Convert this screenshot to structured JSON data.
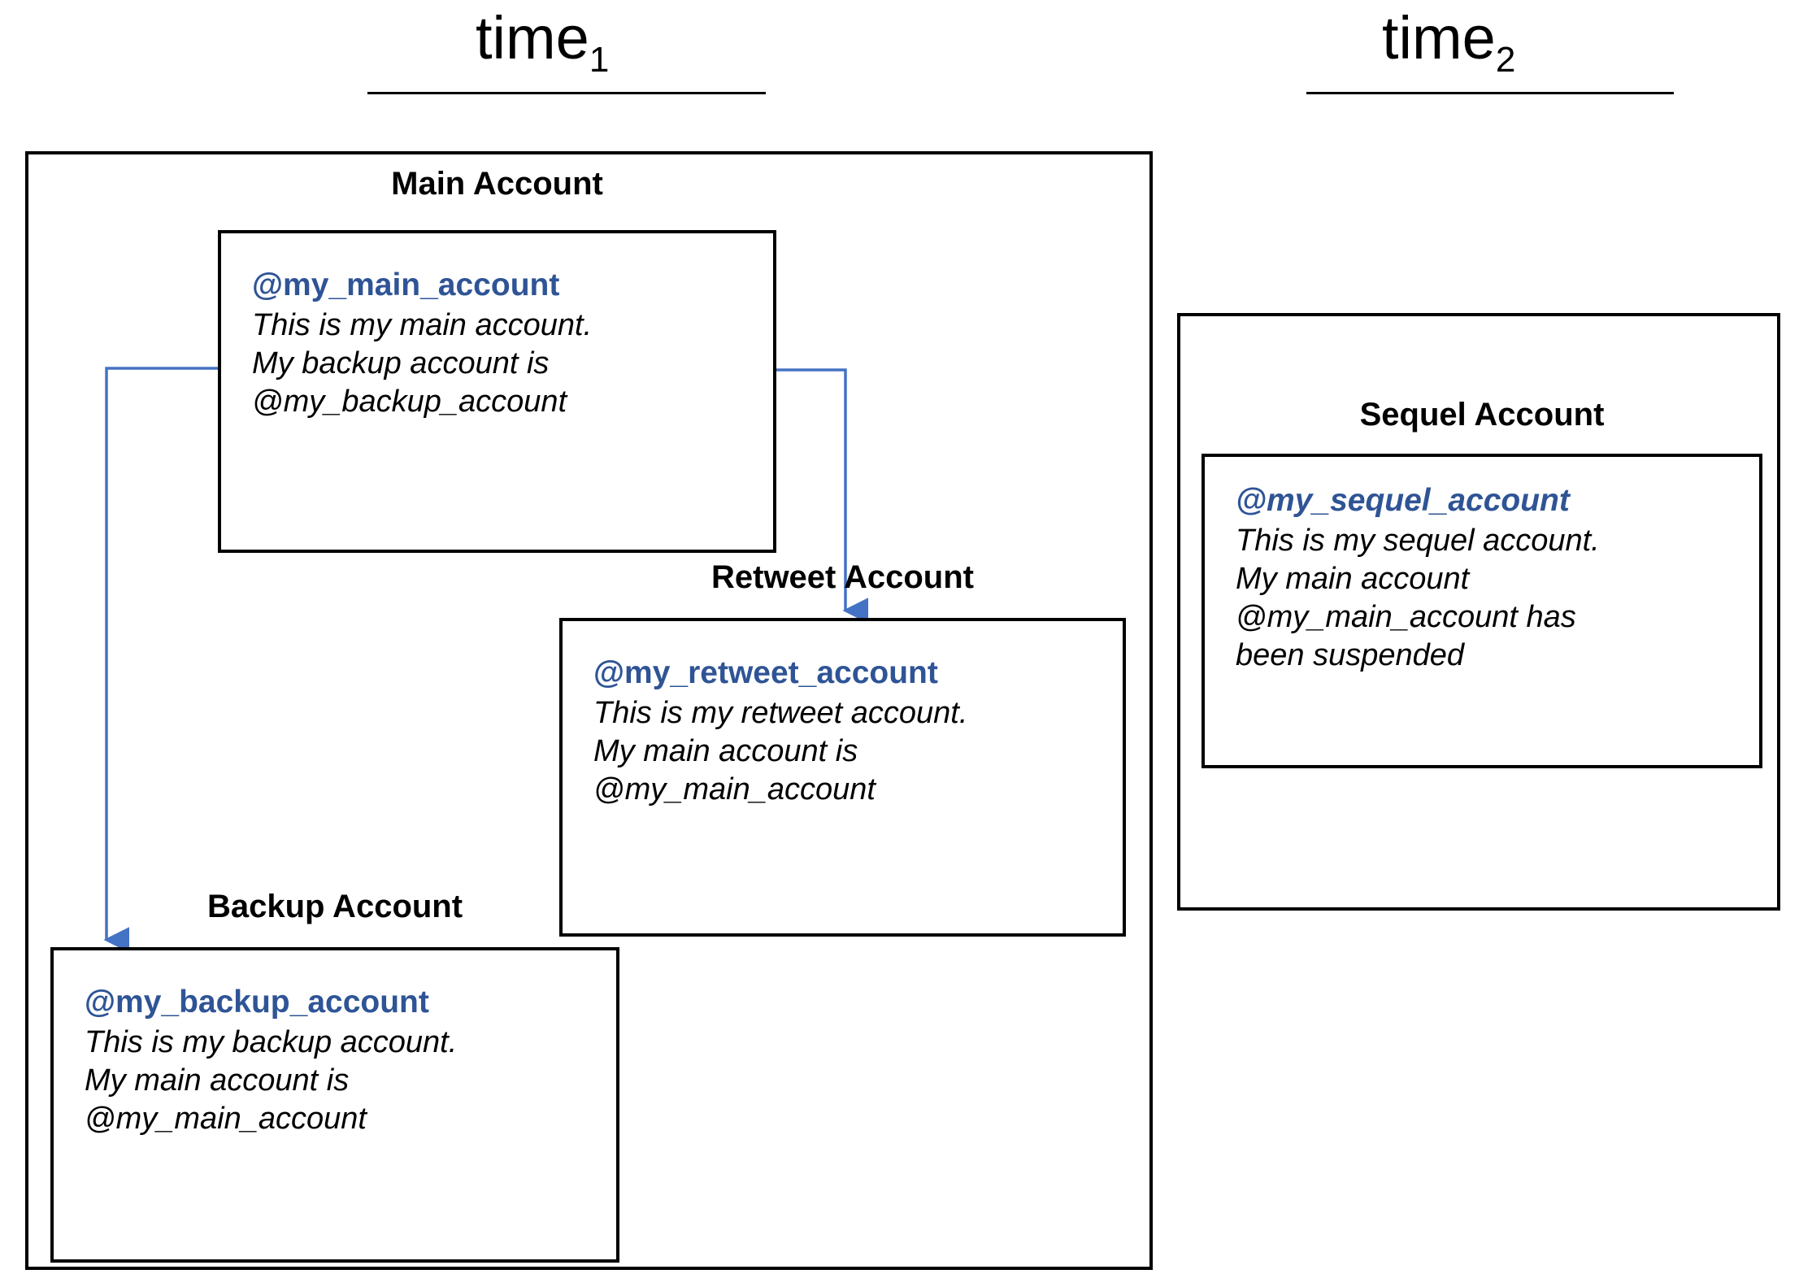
{
  "headers": [
    {
      "label": "time",
      "subscript": "1"
    },
    {
      "label": "time",
      "subscript": "2"
    }
  ],
  "periods": [
    {
      "name": "time-1",
      "accounts": [
        {
          "id": "main",
          "label": "Main Account",
          "handle": "@my_main_account",
          "handle_style": "bold",
          "bio_lines": [
            "This is my main account.",
            "My backup account is",
            "@my_backup_account"
          ]
        },
        {
          "id": "retweet",
          "label": "Retweet Account",
          "handle": "@my_retweet_account",
          "handle_style": "bold",
          "bio_lines": [
            "This is my retweet account.",
            "My main account is",
            "@my_main_account"
          ]
        },
        {
          "id": "backup",
          "label": "Backup Account",
          "handle": "@my_backup_account",
          "handle_style": "bold",
          "bio_lines": [
            "This is my backup account.",
            "My main account is",
            "@my_main_account"
          ]
        }
      ]
    },
    {
      "name": "time-2",
      "accounts": [
        {
          "id": "sequel",
          "label": "Sequel Account",
          "handle": "@my_sequel_account",
          "handle_style": "bold-italic",
          "bio_lines": [
            "This is my sequel account.",
            "My main account",
            "@my_main_account has",
            "been suspended"
          ]
        }
      ]
    }
  ],
  "connections": [
    {
      "from": "main",
      "to": "backup",
      "arrow": "down"
    },
    {
      "from": "main",
      "to": "retweet",
      "arrow": "down"
    }
  ],
  "colors": {
    "handle_blue": "#2F5496",
    "connector_blue": "#4472C4",
    "border_black": "#000000",
    "background": "#FFFFFF"
  }
}
